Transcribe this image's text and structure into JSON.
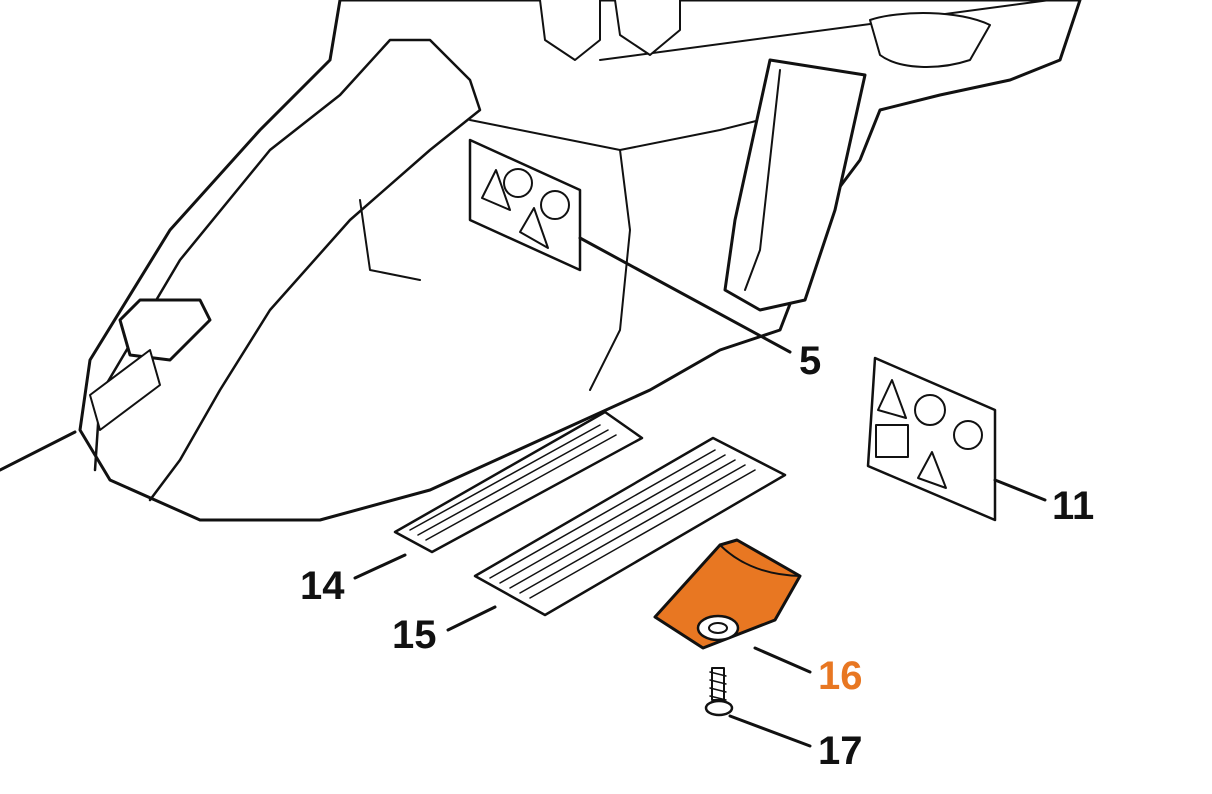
{
  "diagram": {
    "highlight_color": "#e87722",
    "line_color": "#111111",
    "callouts": [
      {
        "id": "5",
        "label": "5",
        "part": "warning-label-on-housing"
      },
      {
        "id": "11",
        "label": "11",
        "part": "warning-label-set"
      },
      {
        "id": "14",
        "label": "14",
        "part": "grip-strip-short"
      },
      {
        "id": "15",
        "label": "15",
        "part": "grip-strip-long"
      },
      {
        "id": "16",
        "label": "16",
        "part": "wear-plate",
        "highlighted": true
      },
      {
        "id": "17",
        "label": "17",
        "part": "screw"
      }
    ]
  }
}
